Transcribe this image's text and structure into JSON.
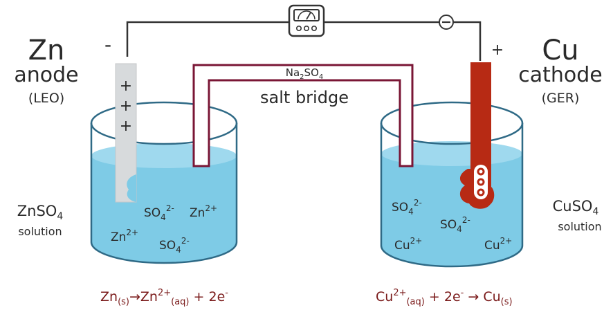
{
  "left_cell": {
    "metal": "Zn",
    "role": "anode",
    "mnemonic": "(LEO)",
    "sign": "-",
    "solution_formula": "ZnSO",
    "solution_sub": "4",
    "solution_word": "solution",
    "electrode_marks": [
      "+",
      "+",
      "+"
    ],
    "ions": {
      "so4_a": {
        "base": "SO",
        "sub": "4",
        "sup": "2-"
      },
      "zn_a": {
        "base": "Zn",
        "sup": "2+"
      },
      "zn_b": {
        "base": "Zn",
        "sup": "2+"
      },
      "so4_b": {
        "base": "SO",
        "sub": "4",
        "sup": "2-"
      }
    },
    "equation": {
      "a": "Zn",
      "a_sub": "(s)",
      "arrow": "→",
      "b": "Zn",
      "b_sup": "2+",
      "b_sub": "(aq)",
      "tail": " + 2e",
      "tail_sup": "-"
    }
  },
  "right_cell": {
    "metal": "Cu",
    "role": "cathode",
    "mnemonic": "(GER)",
    "sign": "+",
    "solution_formula": "CuSO",
    "solution_sub": "4",
    "solution_word": "solution",
    "ions": {
      "so4_a": {
        "base": "SO",
        "sub": "4",
        "sup": "2-"
      },
      "so4_b": {
        "base": "SO",
        "sub": "4",
        "sup": "2-"
      },
      "cu_a": {
        "base": "Cu",
        "sup": "2+"
      },
      "cu_b": {
        "base": "Cu",
        "sup": "2+"
      }
    },
    "equation": {
      "a": "Cu",
      "a_sup": "2+",
      "a_sub": "(aq)",
      "mid": " + 2e",
      "mid_sup": "-",
      "arrow": " → ",
      "b": "Cu",
      "b_sub": "(s)"
    }
  },
  "salt_bridge": {
    "formula_a": "Na",
    "sub_a": "2",
    "formula_b": "SO",
    "sub_b": "4",
    "label": "salt bridge"
  },
  "wire": {
    "electron_symbol": "⊖"
  },
  "colors": {
    "solution": "#7ecbe6",
    "beaker_edge": "#2f6a86",
    "zinc": "#d7dadc",
    "copper": "#b72a14",
    "bridge": "#7a1635",
    "wire": "#333333"
  }
}
